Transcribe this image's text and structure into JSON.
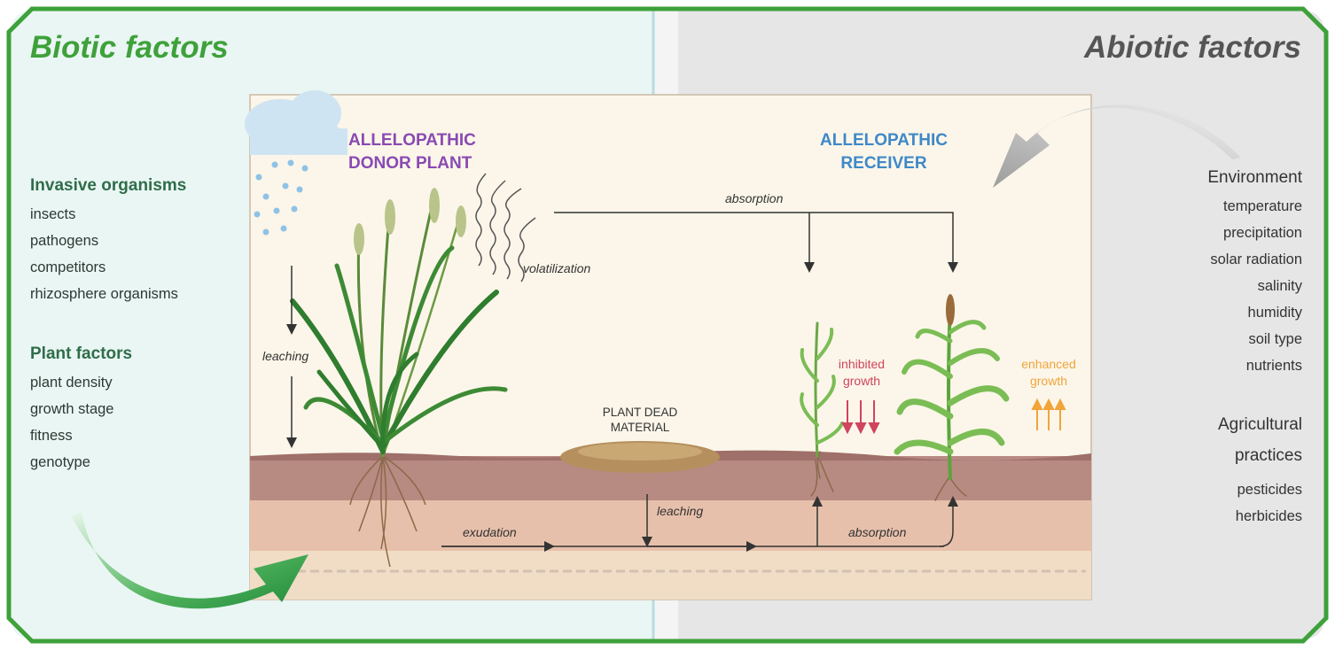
{
  "biotic": {
    "title": "Biotic factors",
    "groups": [
      {
        "heading": "Invasive organisms",
        "items": [
          "insects",
          "pathogens",
          "competitors",
          "rhizosphere organisms"
        ]
      },
      {
        "heading": "Plant factors",
        "items": [
          "plant density",
          "growth stage",
          "fitness",
          "genotype"
        ]
      }
    ]
  },
  "abiotic": {
    "title": "Abiotic factors",
    "groups": [
      {
        "heading": "Environment",
        "items": [
          "temperature",
          "precipitation",
          "solar radiation",
          "salinity",
          "humidity",
          "soil type",
          "nutrients"
        ]
      },
      {
        "heading": "Agricultural practices",
        "items": [
          "pesticides",
          "herbicides"
        ]
      }
    ]
  },
  "diagram": {
    "donor_title_line1": "ALLELOPATHIC",
    "donor_title_line2": "DONOR PLANT",
    "receiver_title_line1": "ALLELOPATHIC",
    "receiver_title_line2": "RECEIVER",
    "absorption_top": "absorption",
    "volatilization": "volatilization",
    "leaching_left": "leaching",
    "dead_material_line1": "PLANT DEAD",
    "dead_material_line2": "MATERIAL",
    "inhibited_line1": "inhibited",
    "inhibited_line2": "growth",
    "enhanced_line1": "enhanced",
    "enhanced_line2": "growth",
    "leaching_soil": "leaching",
    "exudation": "exudation",
    "absorption_soil": "absorption"
  },
  "colors": {
    "border": "#3ea13a",
    "biotic_bg": "#eaf6f4",
    "abiotic_bg": "#e6e6e6",
    "donor_title": "#8a49b3",
    "receiver_title": "#3f88c9",
    "inhibited": "#d0445d",
    "enhanced": "#f0a43a"
  }
}
